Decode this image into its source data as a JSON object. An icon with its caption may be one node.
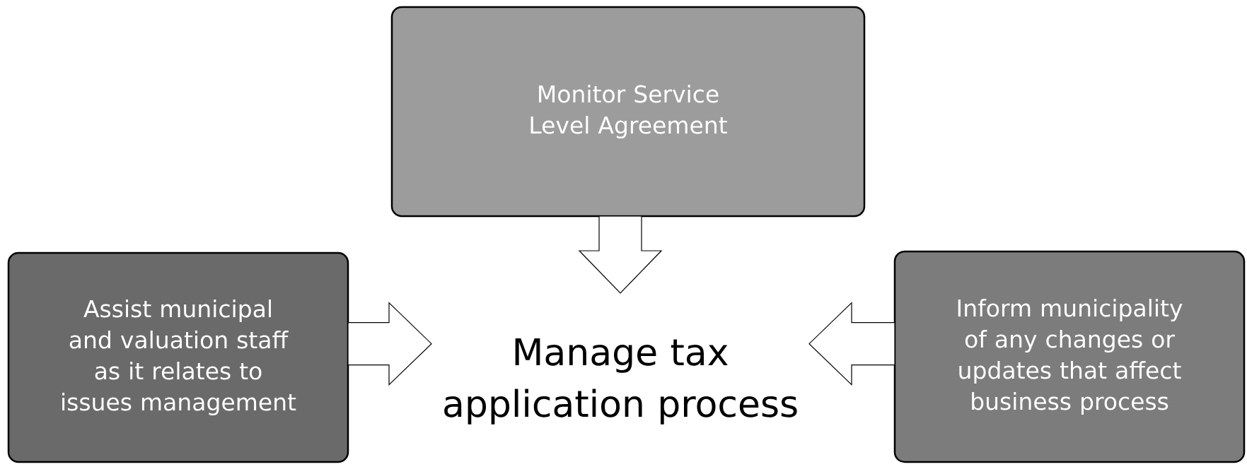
{
  "diagram": {
    "nodes": [
      {
        "text": [
          "Monitor Service Level Agreement"
        ]
      },
      {
        "text": [
          "Assist municipal and valuation staff as it relates to issues management"
        ]
      },
      {
        "text": [
          "Manage tax application process"
        ]
      },
      {
        "text": [
          "Inform municipality of any changes or updates that affect business process"
        ]
      }
    ],
    "edges": [
      {
        "from": 0,
        "to": 2,
        "arrow": "to"
      },
      {
        "from": 1,
        "to": 2,
        "arrow": "to"
      },
      {
        "from": 3,
        "to": 2,
        "arrow": "to"
      }
    ]
  }
}
